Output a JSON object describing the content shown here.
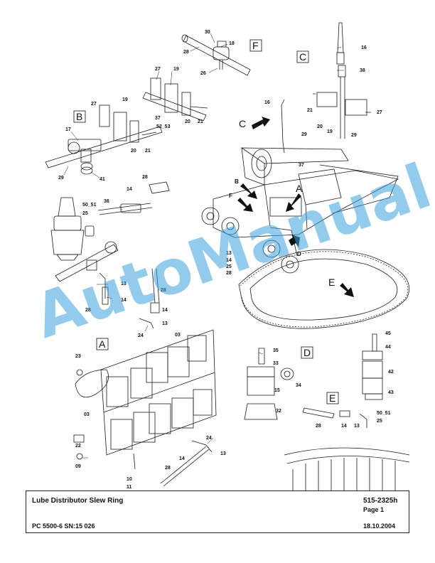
{
  "title_block": {
    "title": "Lube Distributor Slew Ring",
    "doc_number": "515-2325h",
    "page": "Page 1",
    "model": "PC 5500-6 SN:15 026",
    "date": "18.10.2004"
  },
  "watermark": "AutoManual",
  "section_labels": [
    "A",
    "B",
    "C",
    "D",
    "E",
    "F"
  ],
  "pointer_labels": [
    "A",
    "B",
    "C",
    "D",
    "E",
    "F"
  ],
  "parts": {
    "p30": "30",
    "p18": "18",
    "p28": "28",
    "p26": "26",
    "p27": "27",
    "p19": "19",
    "p20": "20",
    "p21": "21",
    "p37": "37",
    "p52_53": "52_53",
    "p17": "17",
    "p29": "29",
    "p41": "41",
    "p16": "16",
    "p38": "38",
    "p14": "14",
    "p36": "36",
    "p50_51": "50_51",
    "p25": "25",
    "p13": "13",
    "p24": "24",
    "p03": "03",
    "p23": "23",
    "p22": "22",
    "p09": "09",
    "p10": "10",
    "p11": "11",
    "p35": "35",
    "p33": "33",
    "p34": "34",
    "p15": "15",
    "p32": "32",
    "p45": "45",
    "p44": "44",
    "p42": "42",
    "p43": "43"
  }
}
